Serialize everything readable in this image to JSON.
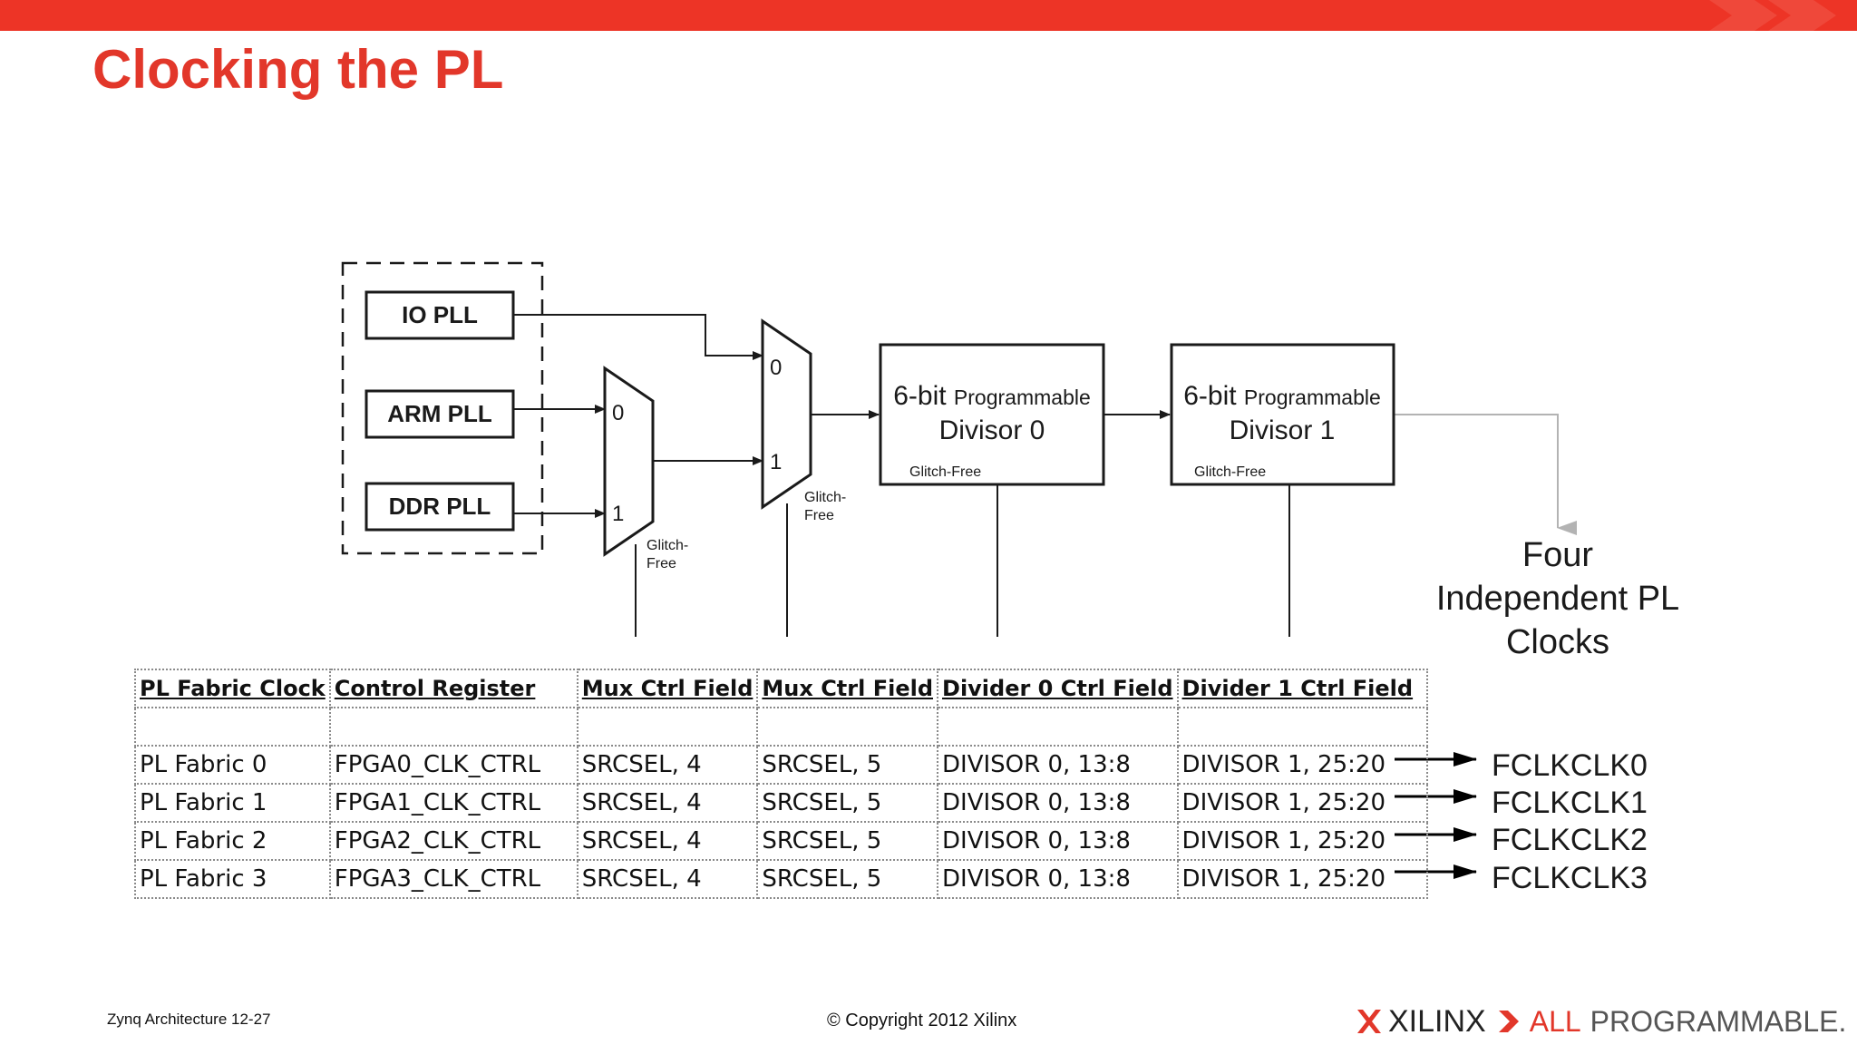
{
  "slide": {
    "title": "Clocking the PL",
    "footer_left": "Zynq Architecture 12-27",
    "footer_center": "© Copyright 2012 Xilinx",
    "logo_brand": "XILINX",
    "logo_tag_all": "ALL",
    "logo_tag_programmable": "PROGRAMMABLE."
  },
  "diagram": {
    "plls": [
      "IO PLL",
      "ARM PLL",
      "DDR PLL"
    ],
    "mux1": {
      "in0": "0",
      "in1": "1",
      "note_line1": "Glitch-",
      "note_line2": "Free"
    },
    "mux2": {
      "in0": "0",
      "in1": "1",
      "note_line1": "Glitch-",
      "note_line2": "Free"
    },
    "divisor0": {
      "prefix": "6-bit",
      "small": "Programmable",
      "line2": "Divisor 0",
      "note": "Glitch-Free"
    },
    "divisor1": {
      "prefix": "6-bit",
      "small": "Programmable",
      "line2": "Divisor 1",
      "note": "Glitch-Free"
    },
    "output_label": [
      "Four",
      "Independent PL",
      "Clocks"
    ],
    "outputs": [
      "FCLKCLK0",
      "FCLKCLK1",
      "FCLKCLK2",
      "FCLKCLK3"
    ]
  },
  "table": {
    "headers": [
      "PL Fabric Clock",
      "Control Register",
      "Mux Ctrl Field",
      "Mux Ctrl Field",
      "Divider 0 Ctrl Field",
      "Divider 1 Ctrl Field"
    ],
    "rows": [
      [
        "PL Fabric 0",
        "FPGA0_CLK_CTRL",
        "SRCSEL, 4",
        "SRCSEL, 5",
        "DIVISOR 0, 13:8",
        "DIVISOR 1, 25:20"
      ],
      [
        "PL Fabric 1",
        "FPGA1_CLK_CTRL",
        "SRCSEL, 4",
        "SRCSEL, 5",
        "DIVISOR 0, 13:8",
        "DIVISOR 1, 25:20"
      ],
      [
        "PL Fabric 2",
        "FPGA2_CLK_CTRL",
        "SRCSEL, 4",
        "SRCSEL, 5",
        "DIVISOR 0, 13:8",
        "DIVISOR 1, 25:20"
      ],
      [
        "PL Fabric 3",
        "FPGA3_CLK_CTRL",
        "SRCSEL, 4",
        "SRCSEL, 5",
        "DIVISOR 0, 13:8",
        "DIVISOR 1, 25:20"
      ]
    ]
  },
  "colors": {
    "brand_red": "#ed3426",
    "title_red": "#e2372a",
    "line": "#1a1a1a",
    "gray_arrow": "#b3b3b3"
  }
}
